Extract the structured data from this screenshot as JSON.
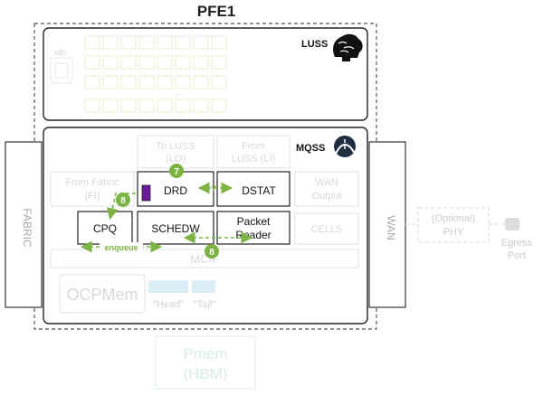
{
  "title": "PFE1",
  "luss": {
    "label": "LUSS",
    "core_count": "x80",
    "ellipsis": "..."
  },
  "mqss": {
    "label": "MQSS",
    "blocks": {
      "to_luss_1": "To LUSS",
      "to_luss_2": "(LO)",
      "from_luss_1": "From",
      "from_luss_2": "LUSS (LI)",
      "from_fabric_1": "From Fabric",
      "from_fabric_2": "(FI)",
      "drd": "DRD",
      "dstat": "DSTAT",
      "wan_output_1": "WAN",
      "wan_output_2": "Output",
      "cpq": "CPQ",
      "schedw": "SCHEDW",
      "packet_reader_1": "Packet",
      "packet_reader_2": "Reader",
      "cells": "CELLS",
      "mcif": "MCIF",
      "ocpmem": "OCPMem",
      "head": "\"Head\"",
      "tail": "\"Tail\""
    },
    "arrow_question": "?",
    "enqueue": "enqueue"
  },
  "steps": {
    "drd_step": "7",
    "cpq_step": "8",
    "reader_step": "8"
  },
  "side": {
    "fabric": "FABRIC",
    "wan": "WAN",
    "phy_1": "(Optional)",
    "phy_2": "PHY",
    "egress_1": "Egress",
    "egress_2": "Port"
  },
  "pmem": {
    "line1": "Pmem",
    "line2": "(HBM)"
  },
  "colors": {
    "accent_green": "#7cb342",
    "faded_green": "#dcebc4",
    "purple": "#6a1b9a",
    "faded_blue": "#dbeef6"
  }
}
